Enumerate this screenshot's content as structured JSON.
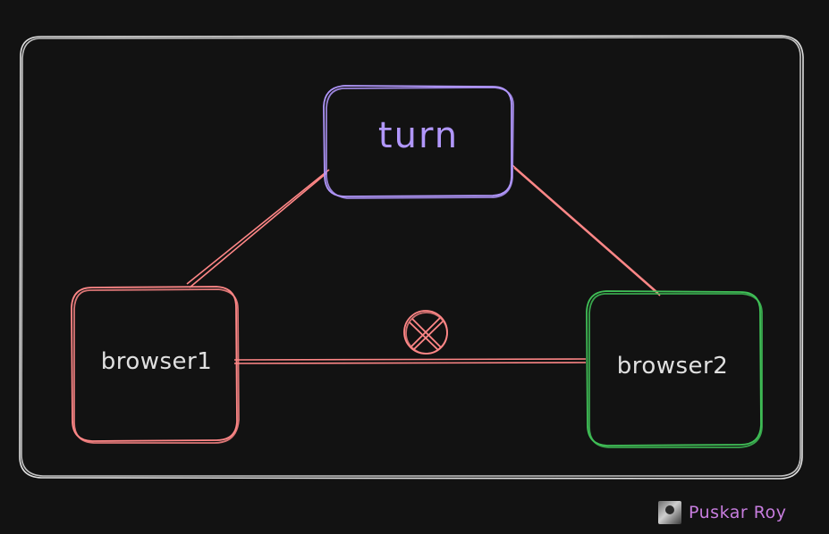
{
  "nodes": {
    "turn": {
      "label": "turn",
      "color": "#b197fc"
    },
    "browser1": {
      "label": "browser1",
      "color": "#ff8787"
    },
    "browser2": {
      "label": "browser2",
      "color": "#40c057"
    }
  },
  "connections": [
    {
      "from": "turn",
      "to": "browser1",
      "color": "#ff8787",
      "blocked": false
    },
    {
      "from": "turn",
      "to": "browser2",
      "color": "#ff8787",
      "blocked": false
    },
    {
      "from": "browser1",
      "to": "browser2",
      "color": "#ff8787",
      "blocked": true
    }
  ],
  "icons": {
    "blocked_marker": "blocked-x-circle-icon"
  },
  "frame": {
    "color": "#e0e0e0"
  },
  "author": {
    "name": "Puskar Roy",
    "color": "#c77dde"
  }
}
